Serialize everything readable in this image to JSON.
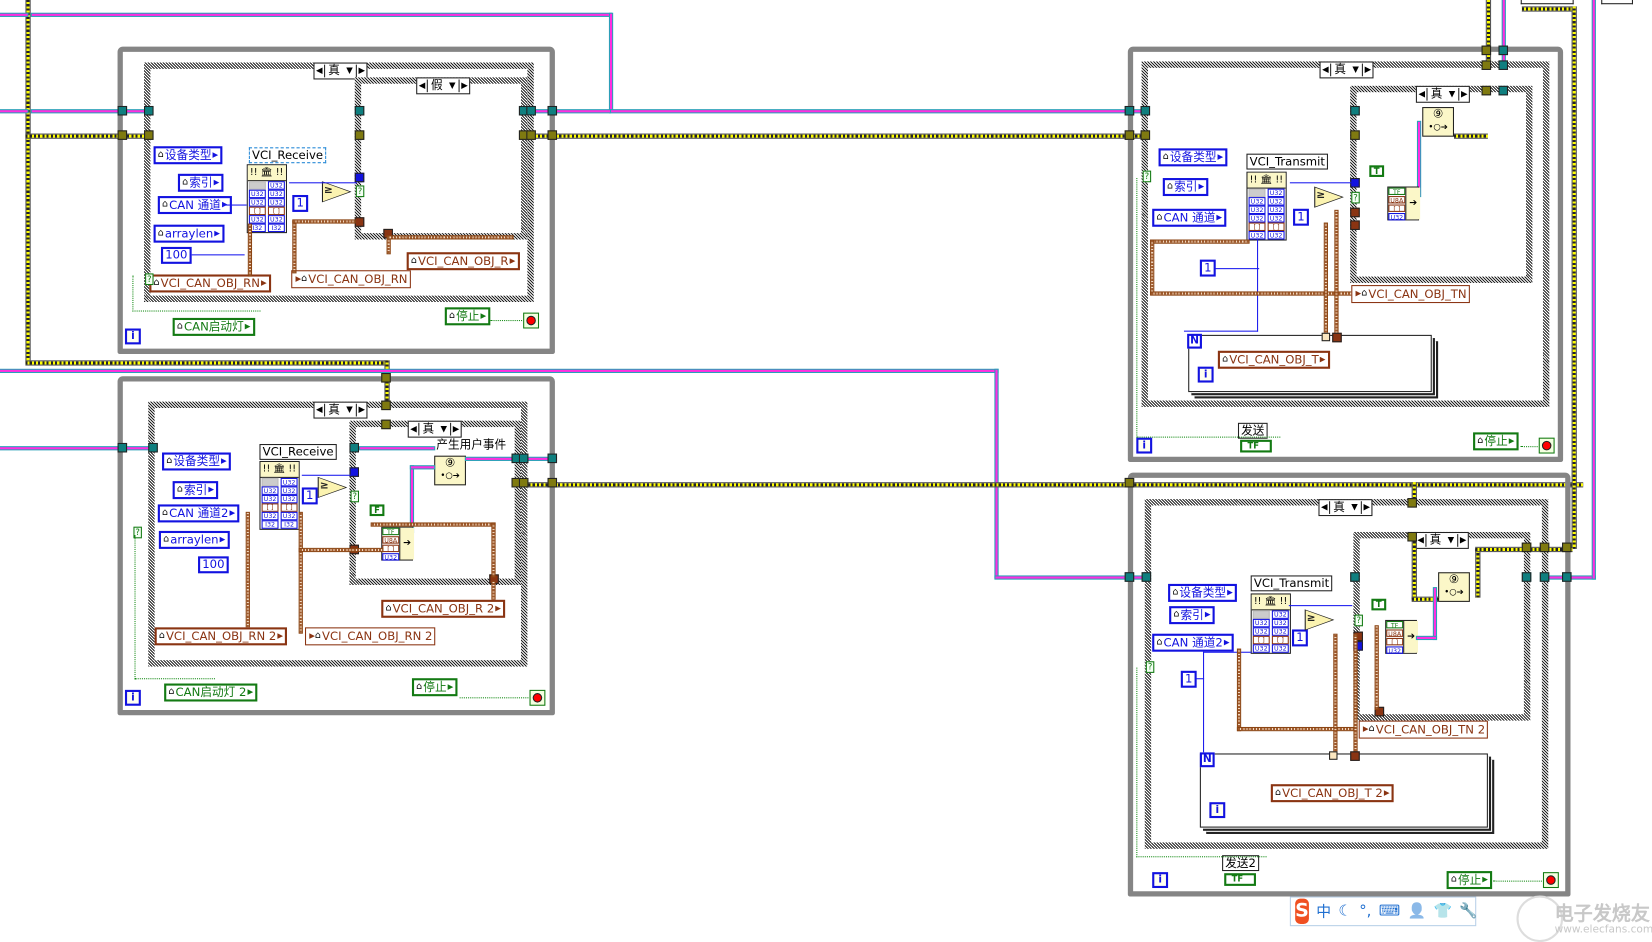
{
  "app": "LabVIEW Block Diagram",
  "colors": {
    "loop_frame": "#858585",
    "refnum_wire": "#ff2fe0",
    "error_wire": "#ffff00",
    "numeric_wire": "#1212e0",
    "cluster_array_wire": "#a05a2c",
    "boolean_wire": "#137a13"
  },
  "loops": [
    {
      "id": "receive-1",
      "outer_case": "真",
      "inner_case": "假",
      "function_label": "VCI_Receive",
      "inputs": {
        "device_type": "设备类型",
        "index": "索引",
        "can_channel": "CAN 通道",
        "arraylen": "arraylen",
        "timeout": "100"
      },
      "compare_constant": "1",
      "array_in": "VCI_CAN_OBJ_RN",
      "array_out_local": "VCI_CAN_OBJ_RN",
      "result_out": "VCI_CAN_OBJ_R",
      "led": "CAN启动灯",
      "stop": "停止",
      "iteration": "i"
    },
    {
      "id": "receive-2",
      "outer_case": "真",
      "inner_case": "真",
      "function_label": "VCI_Receive",
      "event_label": "产生用户事件",
      "inputs": {
        "device_type": "设备类型",
        "index": "索引",
        "can_channel": "CAN 通道2",
        "arraylen": "arraylen",
        "timeout": "100"
      },
      "compare_constant": "1",
      "bool_const": "F",
      "array_in": "VCI_CAN_OBJ_RN 2",
      "array_out_local": "VCI_CAN_OBJ_RN 2",
      "result_out": "VCI_CAN_OBJ_R 2",
      "led": "CAN启动灯 2",
      "stop": "停止",
      "iteration": "i"
    },
    {
      "id": "transmit-1",
      "outer_case": "真",
      "inner_case": "真",
      "function_label": "VCI_Transmit",
      "inputs": {
        "device_type": "设备类型",
        "index": "索引",
        "can_channel": "CAN 通道"
      },
      "compare_constant": "1",
      "count_constant": "1",
      "bool_const": "T",
      "array_out_local": "VCI_CAN_OBJ_TN",
      "for_loop_item": "VCI_CAN_OBJ_T",
      "for_loop_n": "N",
      "send_button": "发送",
      "send_ctl": "TF",
      "stop": "停止",
      "iteration": "i"
    },
    {
      "id": "transmit-2",
      "outer_case": "真",
      "inner_case": "真",
      "function_label": "VCI_Transmit",
      "inputs": {
        "device_type": "设备类型",
        "index": "索引",
        "can_channel": "CAN 通道2"
      },
      "compare_constant": "1",
      "count_constant": "1",
      "bool_const": "T",
      "array_out_local": "VCI_CAN_OBJ_TN 2",
      "for_loop_item": "VCI_CAN_OBJ_T 2",
      "for_loop_n": "N",
      "send_button": "发送2",
      "send_ctl": "TF",
      "stop": "停止",
      "iteration": "i"
    }
  ],
  "clfn_rows": {
    "header": "!! 🏛 !!",
    "types_left": [
      "",
      "U32",
      "U32",
      "U32",
      "[ ]",
      "U32",
      "I32"
    ],
    "types_right": [
      "U32",
      "U32",
      "U32",
      "U32",
      "[ ]",
      "U32",
      "I32"
    ],
    "types_left_tx": [
      "",
      "U32",
      "U32",
      "U32",
      "[ ]",
      "U32"
    ],
    "types_right_tx": [
      "U32",
      "U32",
      "U32",
      "U32",
      "[ ]",
      "U32"
    ]
  },
  "bundle_rows": [
    "TF",
    "U8A",
    "[ ]",
    "U32"
  ],
  "glyphs": {
    "home": "⌂",
    "arrow_right": "▶",
    "arrow_left": "◀",
    "dropdown": "▼",
    "compare": "≥",
    "question": "?",
    "event_icon": "⑨",
    "event_arrow": "•○➔",
    "bundle_arrow": "➔"
  },
  "ime_bar": {
    "logo": "S",
    "items": [
      "中",
      "☾",
      "°,",
      "⌨",
      "👤",
      "👕",
      "🔧"
    ]
  },
  "watermark": {
    "brand": "电子发烧友",
    "url": "www.elecfans.com"
  }
}
